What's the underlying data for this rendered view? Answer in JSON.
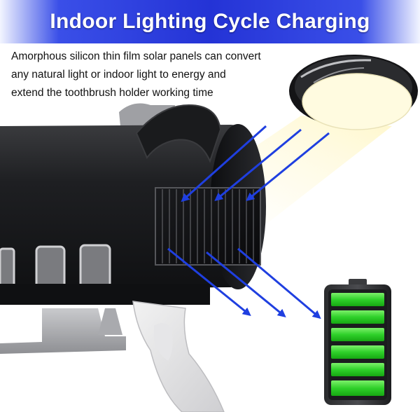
{
  "banner": {
    "title": "Indoor Lighting Cycle Charging"
  },
  "description": {
    "lines": [
      "Amorphous silicon thin film solar panels can convert",
      "any natural light or indoor light to energy and",
      "extend the toothbrush holder working time"
    ]
  },
  "colors": {
    "banner_blue": "#2433d6",
    "arrow_blue": "#1f3fe0",
    "battery_green": "#39d636",
    "light_glow": "#fffbe0"
  },
  "icons": {
    "ceiling_lamp": "ceiling-lamp-icon",
    "battery": "battery-icon",
    "solar_panel": "solar-panel-icon"
  },
  "battery": {
    "charge_segments": 6,
    "charge_level": 1.0
  }
}
